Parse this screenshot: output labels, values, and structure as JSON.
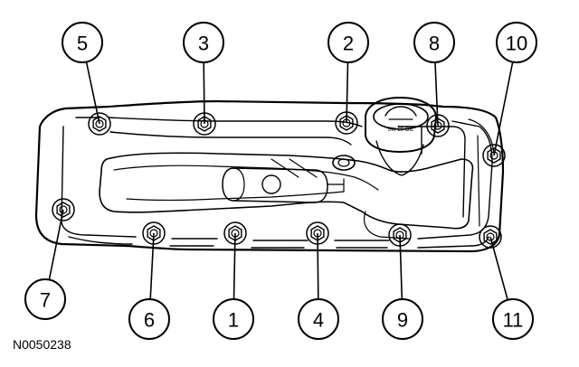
{
  "figure": {
    "reference_code": "N0050238",
    "oil_cap_marking": "5W-20 OIL",
    "callouts": [
      {
        "id": "5",
        "label": "5"
      },
      {
        "id": "3",
        "label": "3"
      },
      {
        "id": "2",
        "label": "2"
      },
      {
        "id": "8",
        "label": "8"
      },
      {
        "id": "10",
        "label": "10"
      },
      {
        "id": "7",
        "label": "7"
      },
      {
        "id": "6",
        "label": "6"
      },
      {
        "id": "1",
        "label": "1"
      },
      {
        "id": "4",
        "label": "4"
      },
      {
        "id": "9",
        "label": "9"
      },
      {
        "id": "11",
        "label": "11"
      }
    ]
  }
}
